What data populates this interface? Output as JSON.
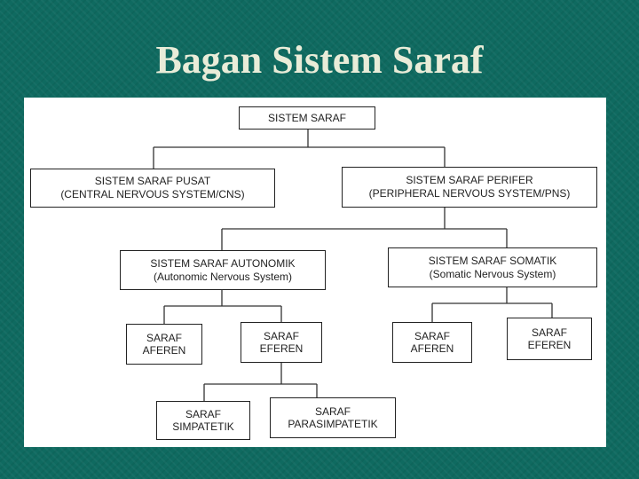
{
  "slide": {
    "title": "Bagan Sistem Saraf"
  },
  "colors": {
    "background": "#0f6a60",
    "title": "#e9ecd8",
    "box_border": "#222222"
  },
  "diagram": {
    "root": {
      "label": "SISTEM SARAF"
    },
    "cns": {
      "label": "SISTEM SARAF PUSAT",
      "sublabel": "(CENTRAL NERVOUS SYSTEM/CNS)"
    },
    "pns": {
      "label": "SISTEM SARAF PERIFER",
      "sublabel": "(PERIPHERAL NERVOUS SYSTEM/PNS)"
    },
    "autonomic": {
      "label": "SISTEM SARAF AUTONOMIK",
      "sublabel": "(Autonomic Nervous System)"
    },
    "somatic": {
      "label": "SISTEM SARAF SOMATIK",
      "sublabel": "(Somatic Nervous System)"
    },
    "auto_afferent": {
      "line1": "SARAF",
      "line2": "AFEREN"
    },
    "auto_efferent": {
      "line1": "SARAF",
      "line2": "EFEREN"
    },
    "soma_afferent": {
      "line1": "SARAF",
      "line2": "AFEREN"
    },
    "soma_efferent": {
      "line1": "SARAF",
      "line2": "EFEREN"
    },
    "sympathetic": {
      "line1": "SARAF",
      "line2": "SIMPATETIK"
    },
    "parasympathetic": {
      "line1": "SARAF",
      "line2": "PARASIMPATETIK"
    }
  }
}
